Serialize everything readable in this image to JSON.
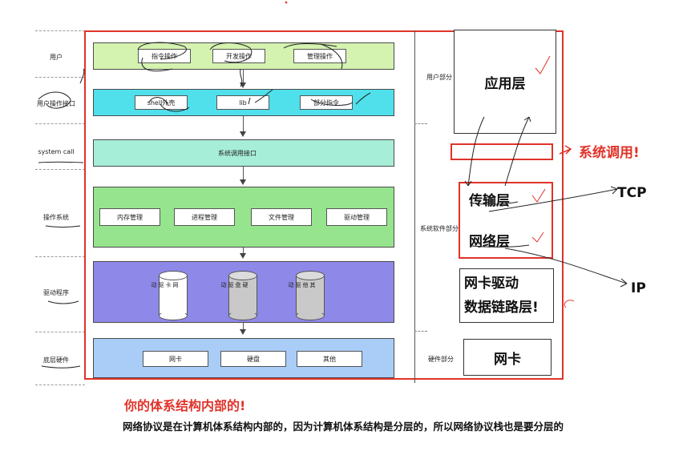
{
  "left_labels": {
    "user": "用户",
    "user_api": "用户操作接口",
    "system_call": "system call",
    "os": "操作系统",
    "driver": "驱动程序",
    "hardware": "底层硬件"
  },
  "layers": {
    "user": {
      "items": [
        "指令操作",
        "开发操作",
        "管理操作"
      ],
      "color": "#d4f2b0"
    },
    "user_api": {
      "items": [
        "shell外壳",
        "lib",
        "部分指令"
      ],
      "color": "#4fe0ec"
    },
    "syscall": {
      "label": "系统调用接口",
      "color": "#a6eed8"
    },
    "os": {
      "items": [
        "内存管理",
        "进程管理",
        "文件管理",
        "驱动管理"
      ],
      "color": "#96e58e"
    },
    "driver": {
      "items": [
        "网卡驱动",
        "硬盘驱动",
        "其他驱动"
      ],
      "color": "#8e88e8"
    },
    "hardware": {
      "items": [
        "网卡",
        "硬盘",
        "其他"
      ],
      "color": "#a9cdf7"
    }
  },
  "right_labels": {
    "user_part": "用户部分",
    "system_software": "系统软件部分",
    "hardware_part": "硬件部分"
  },
  "right_boxes": {
    "app_layer": "应用层",
    "transport": "传输层",
    "network": "网络层",
    "nic_driver": "网卡驱动",
    "datalink": "数据链路层!",
    "nic": "网卡"
  },
  "annotations": {
    "syscall_note": "系统调用!",
    "tcp": "TCP",
    "ip": "IP",
    "inside_arch": "你的体系结构内部的!",
    "summary": "网络协议是在计算机体系结构内部的，因为计算机体系结构是分层的，所以网络协议栈也是要分层的"
  },
  "colors": {
    "annotation_red": "#e0332a"
  }
}
